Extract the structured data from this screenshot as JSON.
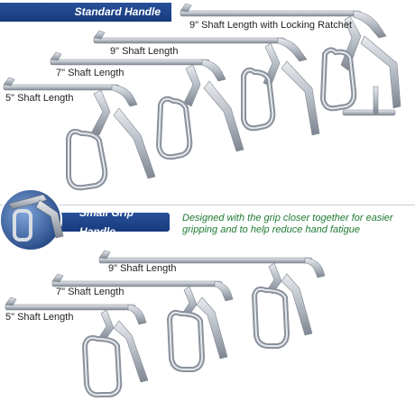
{
  "sections": {
    "standard": {
      "title": "Standard Handle",
      "labels": [
        "9\" Shaft Length with Locking Ratchet",
        "9\" Shaft Length",
        "7\" Shaft Length",
        "5\" Shaft Length"
      ]
    },
    "small_grip": {
      "title": "Small Grip Handle",
      "description": "Designed with the grip closer together for easier gripping and to help reduce hand fatigue",
      "labels": [
        "9\" Shaft Length",
        "7\" Shaft Length",
        "5\" Shaft Length"
      ]
    }
  },
  "colors": {
    "banner": "#1f4a8f",
    "description": "#1f7a33",
    "steel": "#b9bec6",
    "steel_dark": "#7d848e"
  },
  "icons": {
    "instrument": "kerrison-rongeur-icon",
    "inset": "hand-grip-illustration"
  }
}
